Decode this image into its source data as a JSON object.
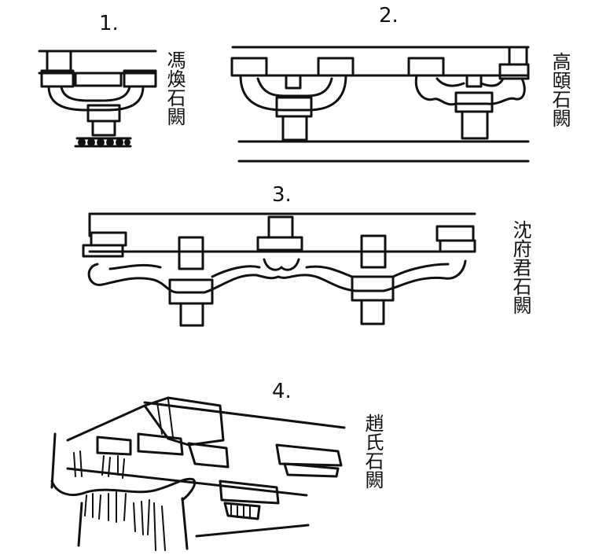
{
  "figures": [
    {
      "number": "1.",
      "label": "馮煥石闕"
    },
    {
      "number": "2.",
      "label": "高頤石闕"
    },
    {
      "number": "3.",
      "label": "沈府君石闕"
    },
    {
      "number": "4.",
      "label": "趙氏石闕"
    }
  ]
}
